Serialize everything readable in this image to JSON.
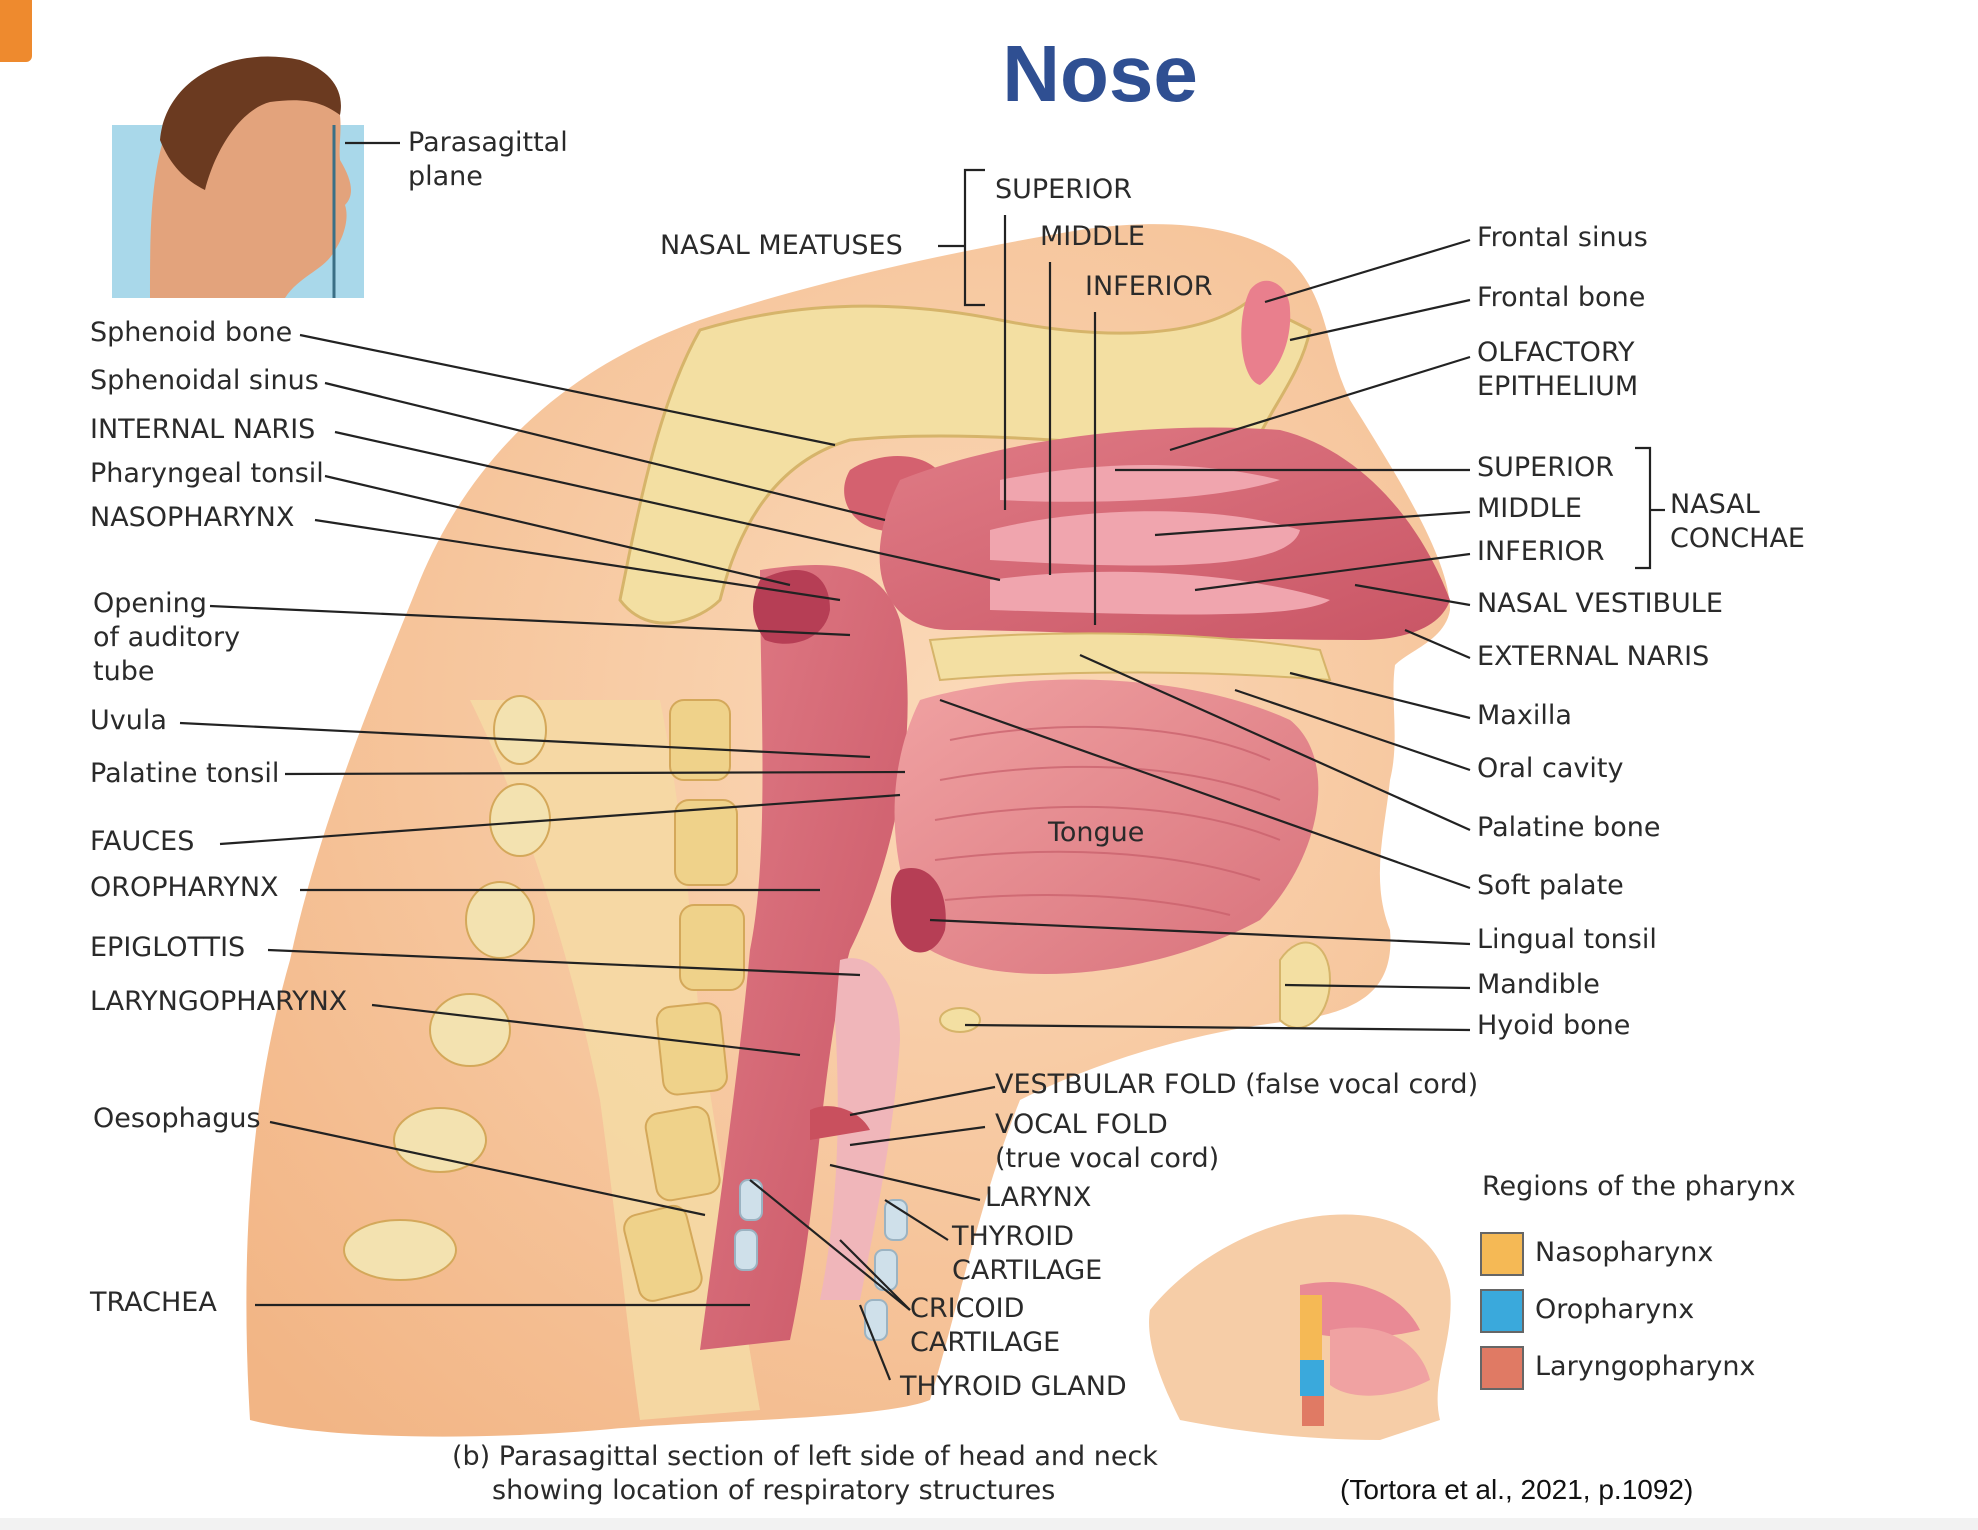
{
  "title": "Nose",
  "inset": {
    "label_line1": "Parasagittal",
    "label_line2": "plane"
  },
  "meatuses": {
    "group_label": "NASAL MEATUSES",
    "superior": "SUPERIOR",
    "middle": "MIDDLE",
    "inferior": "INFERIOR"
  },
  "left_labels": [
    "Sphenoid bone",
    "Sphenoidal sinus",
    "INTERNAL NARIS",
    "Pharyngeal tonsil",
    "NASOPHARYNX",
    "Opening",
    "of auditory",
    "tube",
    "Uvula",
    "Palatine tonsil",
    "FAUCES",
    "OROPHARYNX",
    "EPIGLOTTIS",
    "LARYNGOPHARYNX",
    "Oesophagus",
    "TRACHEA"
  ],
  "right_labels": [
    "Frontal sinus",
    "Frontal bone",
    "OLFACTORY",
    "EPITHELIUM",
    "NASAL VESTIBULE",
    "EXTERNAL NARIS",
    "Maxilla",
    "Oral cavity",
    "Palatine bone",
    "Soft palate",
    "Lingual tonsil",
    "Mandible",
    "Hyoid bone"
  ],
  "conchae": {
    "superior": "SUPERIOR",
    "middle": "MIDDLE",
    "inferior": "INFERIOR",
    "group_line1": "NASAL",
    "group_line2": "CONCHAE"
  },
  "tongue_label": "Tongue",
  "lower_labels": {
    "vestibular": "VESTBULAR FOLD (false vocal cord)",
    "vocal_line1": "VOCAL FOLD",
    "vocal_line2": "(true vocal cord)",
    "larynx": "LARYNX",
    "thyroid_cart_line1": "THYROID",
    "thyroid_cart_line2": "CARTILAGE",
    "cricoid_line1": "CRICOID",
    "cricoid_line2": "CARTILAGE",
    "thyroid_gland": "THYROID GLAND"
  },
  "legend": {
    "title": "Regions of the pharynx",
    "items": [
      {
        "label": "Nasopharynx",
        "color": "#f5b955"
      },
      {
        "label": "Oropharynx",
        "color": "#3aa9dc"
      },
      {
        "label": "Laryngopharynx",
        "color": "#e07a64"
      }
    ]
  },
  "caption": {
    "line1": "(b) Parasagittal section of left side of head and neck",
    "line2": "showing location of respiratory structures"
  },
  "citation": "(Tortora et al., 2021, p.1092)",
  "colors": {
    "title": "#2f4f92",
    "accent": "#ee8a2e",
    "tissue": "#e48a8f",
    "tissue_dark": "#c9505e",
    "skin": "#f5c49a",
    "bone": "#f3dfa2"
  }
}
